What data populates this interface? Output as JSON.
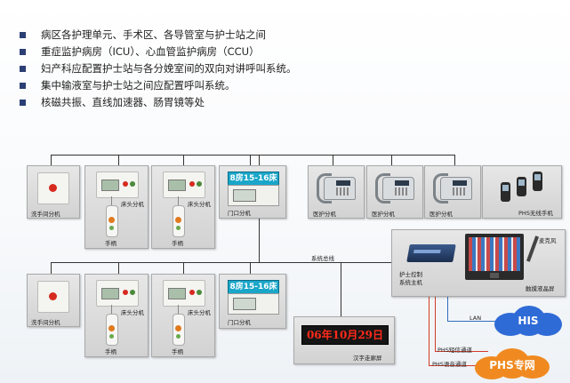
{
  "bullets": [
    "病区各护理单元、手术区、各导管室与护士站之间",
    "重症监护病房（ICU）、心血管监护病房（CCU）",
    "妇产科应配置护士站与各分娩室间的双向对讲呼叫系统。",
    "集中输液室与护士站之间应配置呼叫系统。",
    "核磁共振、直线加速器、肠胃镜等处"
  ],
  "devices": {
    "toilet_unit": "洗手间分机",
    "bed_unit": "床头分机",
    "handset": "手柄",
    "door_unit": "门口分机",
    "door_sign": "8房15-16床",
    "nurse_unit": "医护分机",
    "phs_handset": "PHS无线手机",
    "bus": "系统总线",
    "led_board": "汉字走廊屏",
    "led_text": "06年10月29日",
    "nurse_host": "护士控制\n系统主机",
    "touch_screen": "触摸液晶屏",
    "mic": "麦克风",
    "lan": "LAN",
    "phs_sms": "PHS短信通道",
    "phs_voice": "PHS语音通道"
  },
  "clouds": {
    "his": "HIS",
    "phs": "PHS专网"
  },
  "colors": {
    "bullet": "#2b3f74",
    "wire": "#333333",
    "red_wire": "#d23b2a",
    "blue_wire": "#2f6bbf",
    "his_cloud": "#2f6bd6",
    "phs_cloud": "#f08a20",
    "door_sign": "#1aa6c9"
  }
}
